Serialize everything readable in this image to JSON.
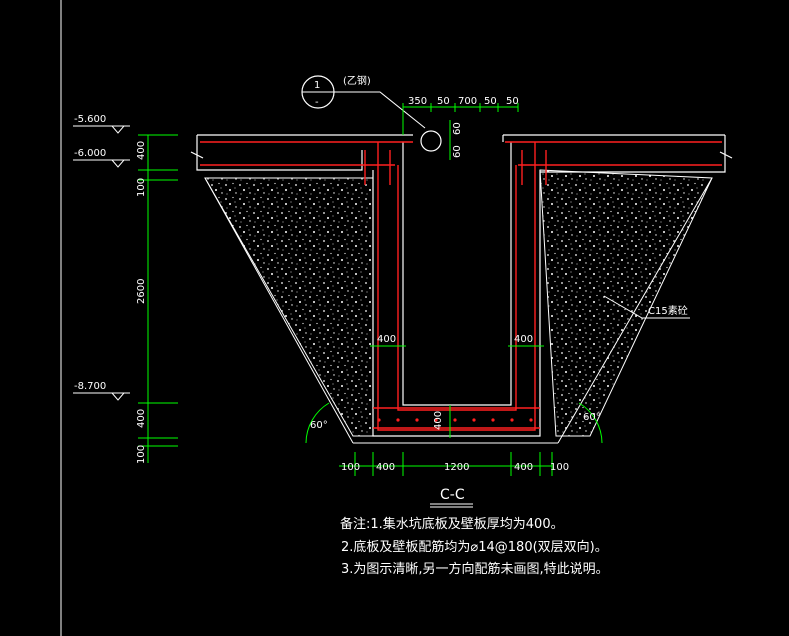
{
  "drawing": {
    "detail_marker": {
      "number": "1",
      "lower": "-",
      "caption": "(乙钢)"
    },
    "top_dims": [
      "350",
      "50",
      "700",
      "50",
      "50"
    ],
    "small_dims": [
      "60",
      "60"
    ],
    "levels": [
      "-5.600",
      "-6.000",
      "-8.700"
    ],
    "left_dims": [
      "400",
      "100",
      "2600",
      "400",
      "100"
    ],
    "wall_dims": [
      "400",
      "400"
    ],
    "bottom_slab_dim": "400",
    "bottom_dims": [
      "100",
      "400",
      "1200",
      "400",
      "100"
    ],
    "material_label": "C15素砼",
    "angles": [
      "60°",
      "60°"
    ],
    "section_title": "C-C",
    "notes": [
      "备注:1.集水坑底板及壁板厚均为400。",
      "2.底板及壁板配筋均为⌀14@180(双层双向)。",
      "3.为图示清晰,另一方向配筋未画图,特此说明。"
    ]
  }
}
